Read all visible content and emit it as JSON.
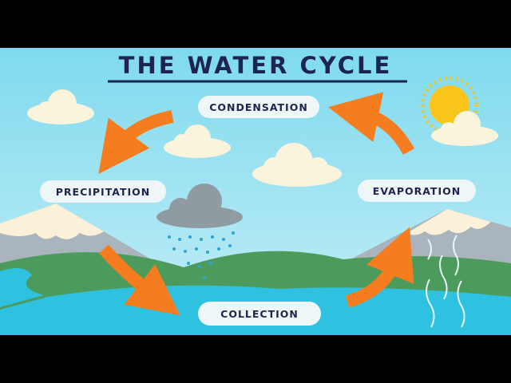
{
  "title": "THE WATER CYCLE",
  "labels": {
    "condensation": "CONDENSATION",
    "precipitation": "PRECIPITATION",
    "evaporation": "EVAPORATION",
    "collection": "COLLECTION"
  },
  "colors": {
    "sky": "#86dcef",
    "arrow": "#f57c1f",
    "water": "#2fc2e0",
    "hills": "#4c9a5c",
    "title": "#1c2550"
  }
}
